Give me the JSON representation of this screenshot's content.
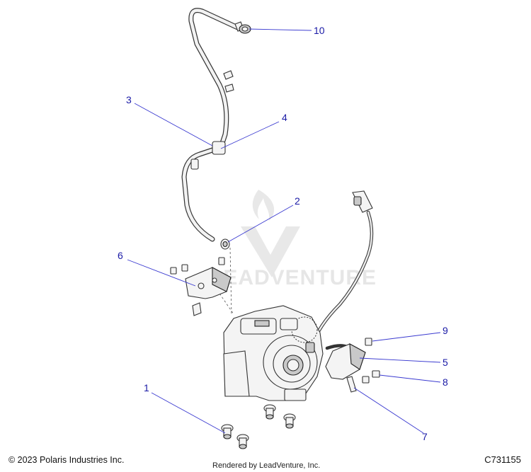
{
  "callouts": [
    "1",
    "2",
    "3",
    "4",
    "5",
    "6",
    "7",
    "8",
    "9",
    "10"
  ],
  "footer": {
    "copyright": "© 2023 Polaris Industries Inc.",
    "drawing_id": "C731155",
    "rendered_by": "Rendered by LeadVenture, Inc."
  },
  "watermark": {
    "text": "LEADVENTURE"
  },
  "colors": {
    "callout": "#1a1aa6",
    "leader": "#3a3ad0",
    "line_art": "#333333"
  }
}
